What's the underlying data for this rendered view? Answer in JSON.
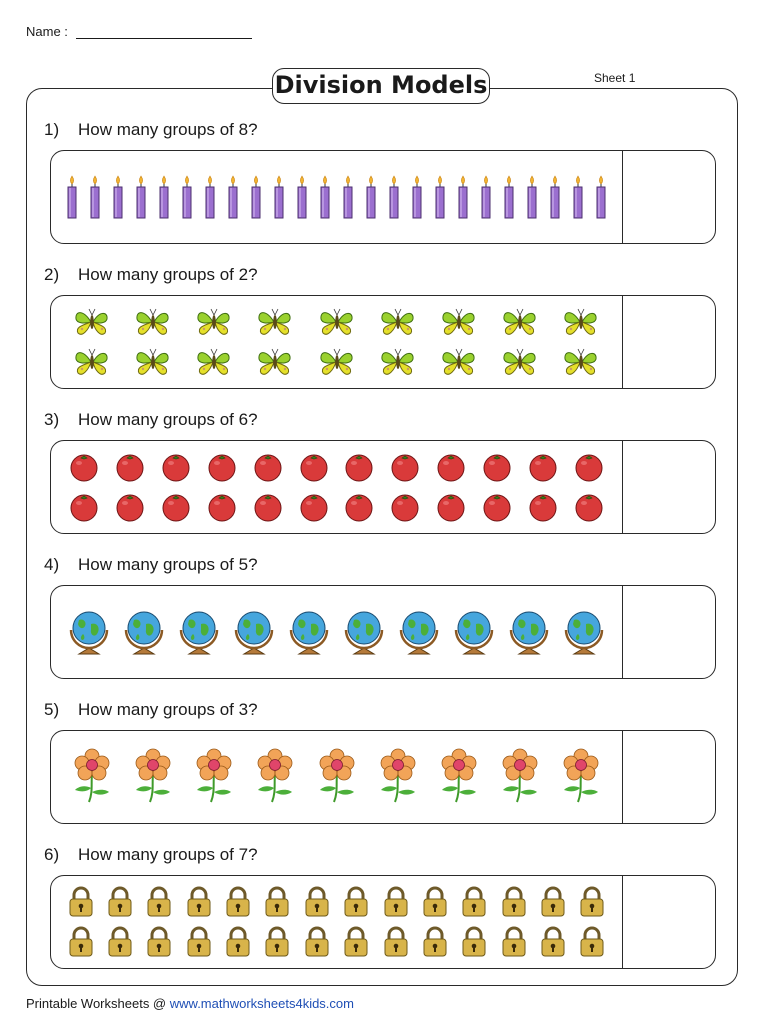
{
  "header": {
    "name_label": "Name :",
    "title": "Division Models",
    "sheet": "Sheet 1"
  },
  "problems": [
    {
      "number": "1)",
      "question": "How many groups of 8?",
      "item": "candle-icon",
      "count": 24,
      "rows": 1
    },
    {
      "number": "2)",
      "question": "How many groups of 2?",
      "item": "butterfly-icon",
      "count": 18,
      "rows": 2
    },
    {
      "number": "3)",
      "question": "How many groups of 6?",
      "item": "tomato-icon",
      "count": 24,
      "rows": 2
    },
    {
      "number": "4)",
      "question": "How many groups of 5?",
      "item": "globe-icon",
      "count": 10,
      "rows": 1
    },
    {
      "number": "5)",
      "question": "How many groups of 3?",
      "item": "flower-icon",
      "count": 9,
      "rows": 1
    },
    {
      "number": "6)",
      "question": "How many groups of 7?",
      "item": "padlock-icon",
      "count": 28,
      "rows": 2
    }
  ],
  "footer": {
    "text": "Printable Worksheets @ ",
    "link": "www.mathworksheets4kids.com"
  }
}
